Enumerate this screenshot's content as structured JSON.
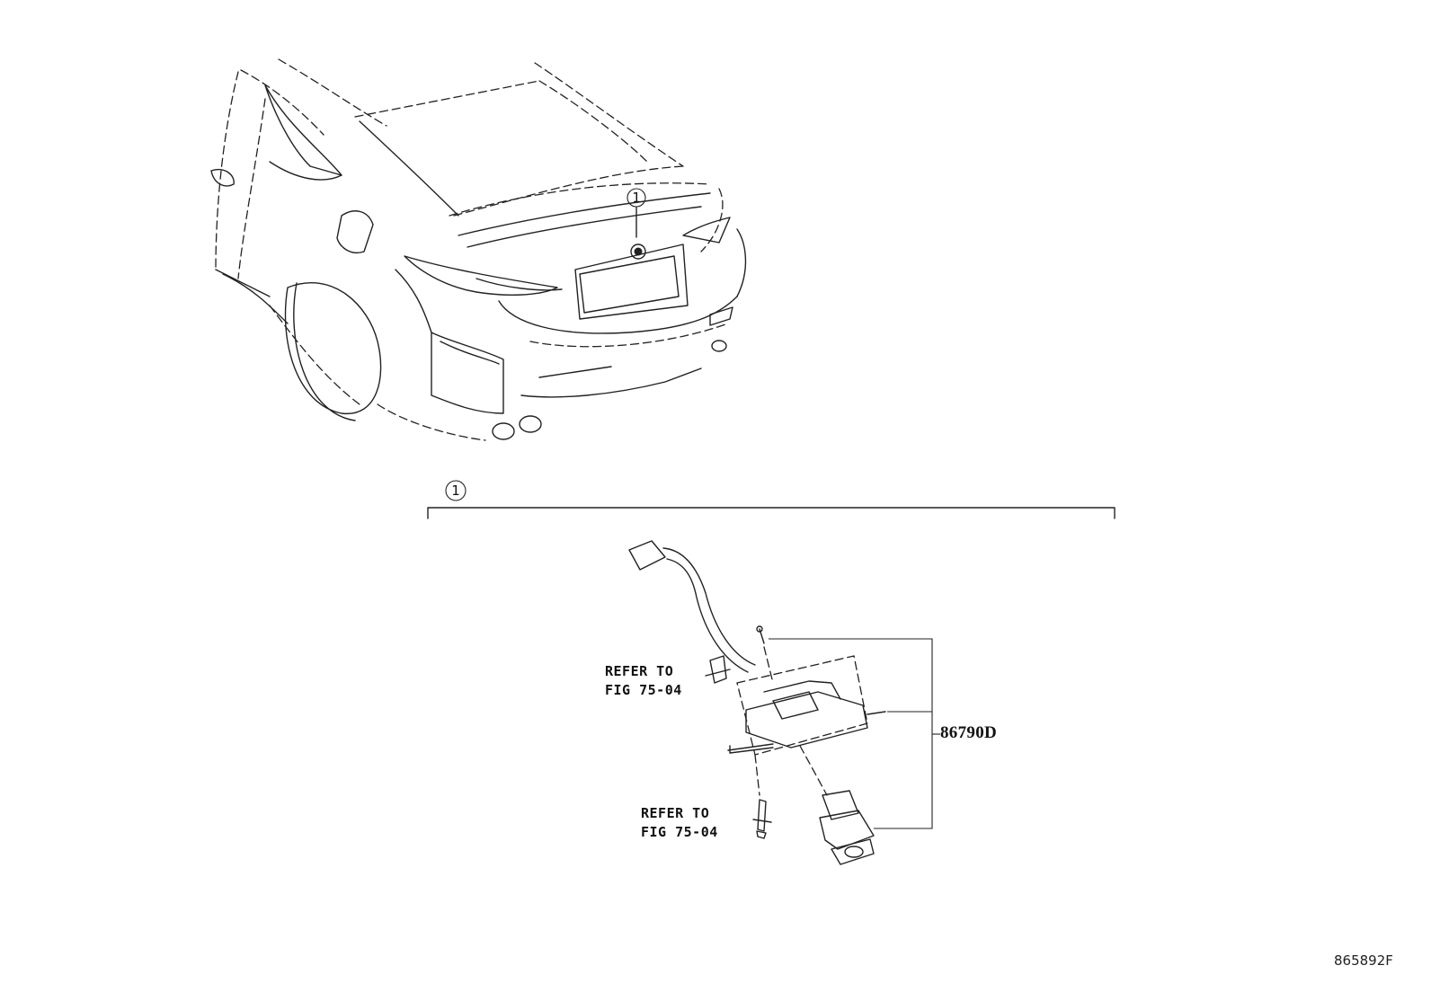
{
  "diagram": {
    "callout_number": "1",
    "section_number": "1",
    "refer_upper": [
      "REFER TO",
      "FIG 75-04"
    ],
    "refer_lower": [
      "REFER TO",
      "FIG 75-04"
    ],
    "part_number": "86790D",
    "drawing_id": "865892F"
  }
}
